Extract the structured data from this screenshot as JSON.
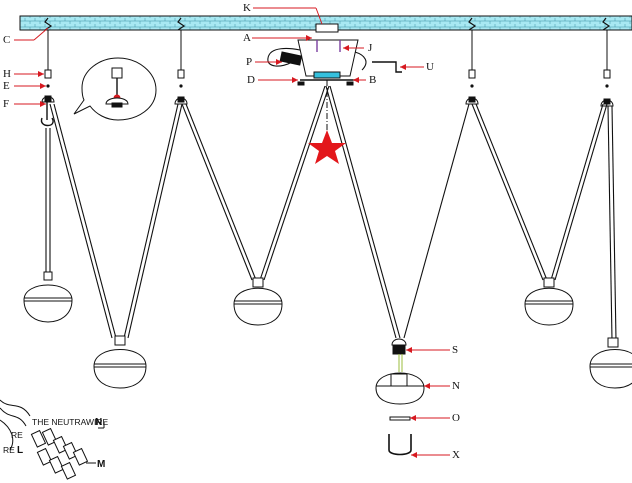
{
  "colors": {
    "ceiling": "#a8e8f2",
    "ceiling_pattern": "#3a8ea0",
    "leader": "#d71920",
    "star": "#e3171b",
    "line": "#111111",
    "highlight": "#35c0dd",
    "fixing": "#7a3fa0"
  },
  "icons": {
    "marker": "red-star-icon",
    "magnifier": "magnified-detail-icon"
  },
  "labels": {
    "K": "K",
    "A": "A",
    "J": "J",
    "P": "P",
    "U": "U",
    "D": "D",
    "B": "B",
    "C": "C",
    "H": "H",
    "E": "E",
    "F": "F",
    "S": "S",
    "N": "N",
    "O": "O",
    "X": "X"
  },
  "wiring_inset": {
    "neutral_wire": "THE NEUTRAWIRE",
    "neutral_letter": "N",
    "wire_fragment": "RE",
    "live_fragment": "RE",
    "live_letter": "L",
    "m_letter": "M"
  }
}
